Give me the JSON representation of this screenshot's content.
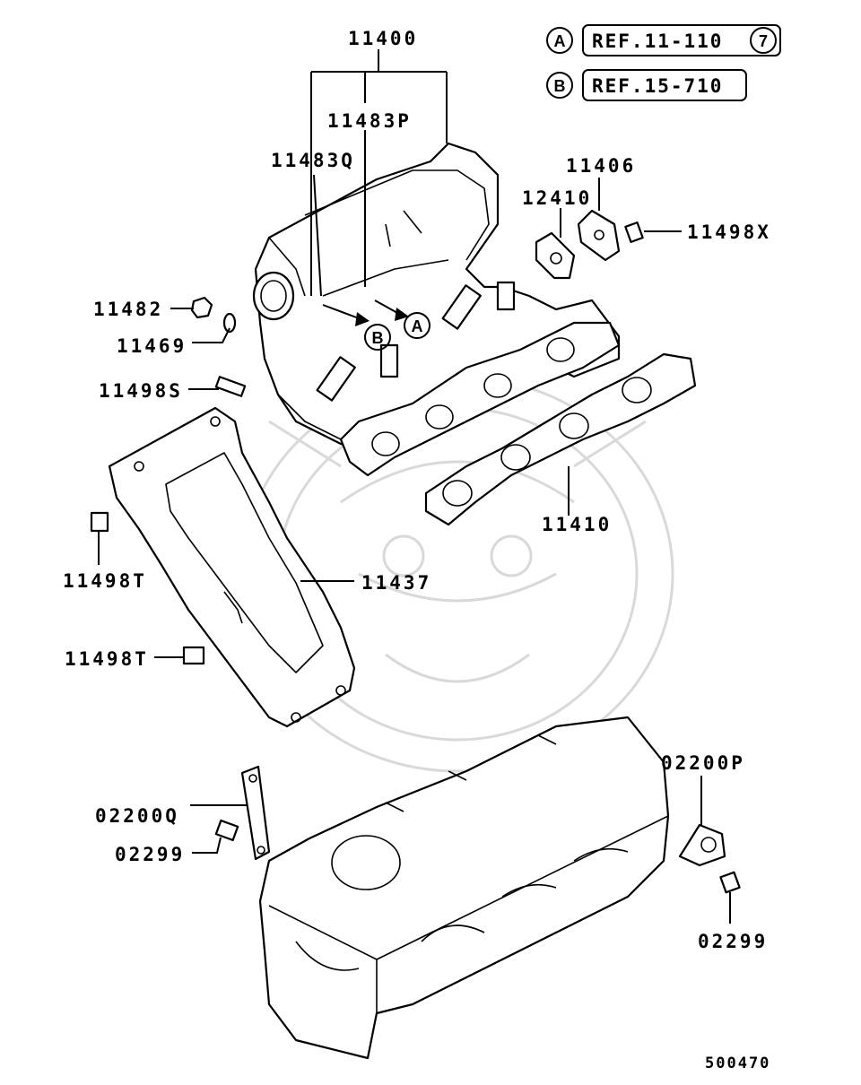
{
  "refs": [
    {
      "letter": "A",
      "text": "REF.11-110",
      "suffix": "7"
    },
    {
      "letter": "B",
      "text": "REF.15-710",
      "suffix": ""
    }
  ],
  "callouts": {
    "A": "A",
    "B": "B"
  },
  "parts": {
    "p11400": "11400",
    "p11483P": "11483P",
    "p11483Q": "11483Q",
    "p11406": "11406",
    "p12410": "12410",
    "p11498X": "11498X",
    "p11482": "11482",
    "p11469": "11469",
    "p11498S": "11498S",
    "p11410": "11410",
    "p11498T_top": "11498T",
    "p11437": "11437",
    "p11498T_bottom": "11498T",
    "p02200P": "02200P",
    "p02200Q": "02200Q",
    "p02299_left": "02299",
    "p02299_right": "02299"
  },
  "diagram_id": "500470"
}
